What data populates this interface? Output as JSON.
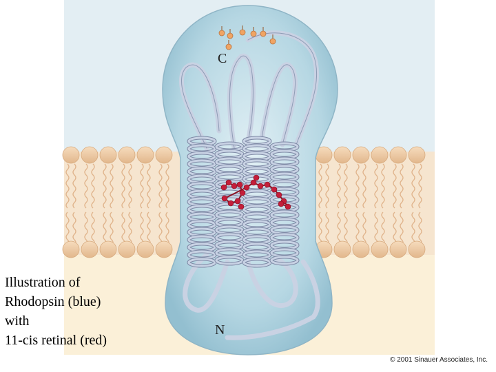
{
  "figure": {
    "terminal_c": "C",
    "terminal_n": "N",
    "colors": {
      "background_upper": "#e3eef3",
      "background_lower": "#fbf0d8",
      "membrane_band": "#f6e5cf",
      "lipid_head": "#eec9a0",
      "lipid_tail": "#e0b48c",
      "protein_fill": "#b9d9e4",
      "helix_ribbon": "#c8d2e4",
      "retinal": "#c41e3a",
      "carbohydrate": "#f0a464"
    },
    "icons": [
      "lipid-bilayer-graphic",
      "rhodopsin-protein-graphic",
      "retinal-molecule-graphic"
    ]
  },
  "caption": {
    "line1": "Illustration of",
    "line2": "Rhodopsin (blue)",
    "line3": "with",
    "line4": "11-cis retinal (red)"
  },
  "credit": "© 2001 Sinauer Associates, Inc."
}
